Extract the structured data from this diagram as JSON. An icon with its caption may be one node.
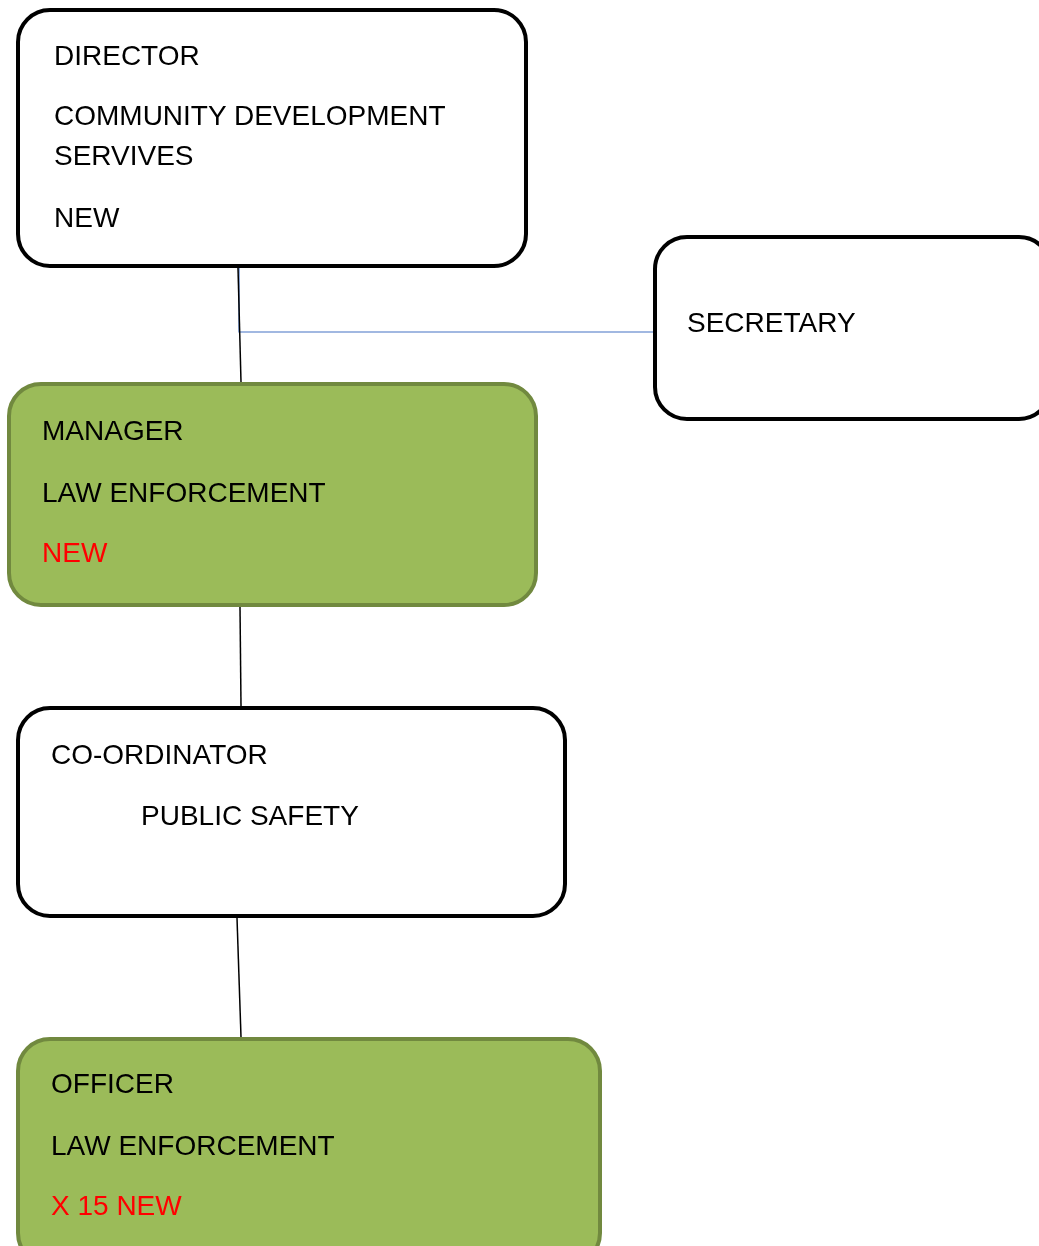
{
  "diagram": {
    "nodes": [
      {
        "text": [
          "DIRECTOR",
          "COMMUNITY DEVELOPMENT SERVIVES",
          "NEW"
        ]
      },
      {
        "text": [
          "SECRETARY"
        ]
      },
      {
        "text": [
          "MANAGER",
          "LAW ENFORCEMENT",
          "NEW"
        ]
      },
      {
        "text": [
          "CO-ORDINATOR",
          "PUBLIC SAFETY"
        ]
      },
      {
        "text": [
          "OFFICER",
          "LAW ENFORCEMENT",
          "X 15 NEW"
        ]
      }
    ],
    "edges": [
      {
        "from": 0,
        "to": 2,
        "arrow": "none"
      },
      {
        "from": 0,
        "to": 1,
        "arrow": "none",
        "color": "#4472c4"
      },
      {
        "from": 2,
        "to": 3,
        "arrow": "none"
      },
      {
        "from": 3,
        "to": 4,
        "arrow": "none"
      }
    ]
  }
}
